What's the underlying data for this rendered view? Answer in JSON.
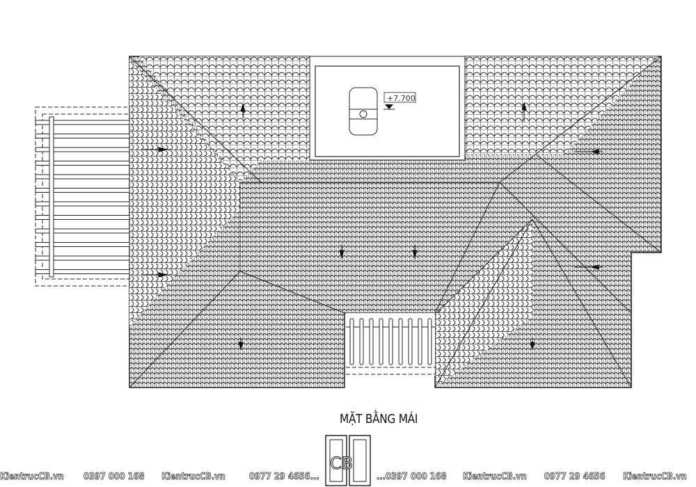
{
  "drawing": {
    "title": "MẶT BẰNG MÁI",
    "elevation_tag": "+7.700"
  },
  "logo": {
    "text": "CB"
  },
  "footer": {
    "items": [
      "KientrucCB.vn",
      "0397 000 168",
      "KientrucCB.vn",
      "0977 29 4656...",
      "...0397 000 168",
      "KientrucCB.vn",
      "0977 29 4656",
      "KientrucCB.vn"
    ]
  },
  "colors": {
    "line": "#222222",
    "background": "#ffffff"
  }
}
